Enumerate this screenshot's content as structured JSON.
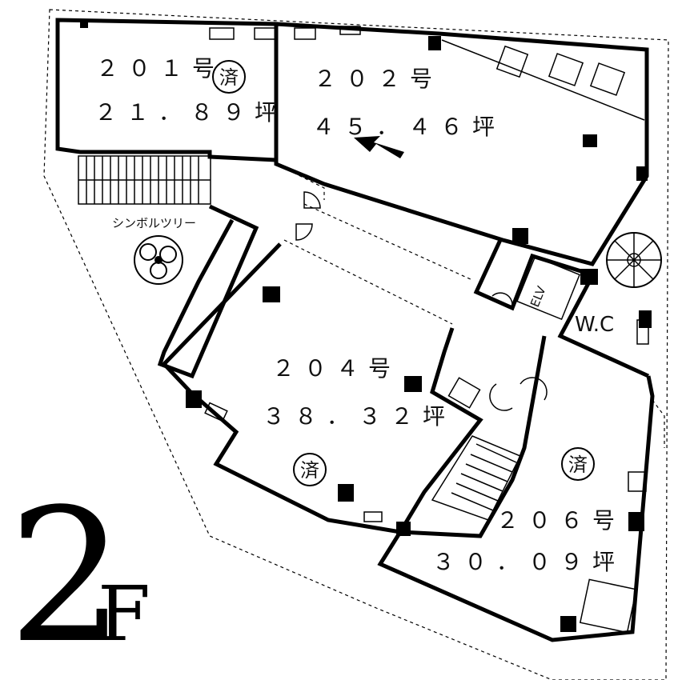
{
  "rooms": [
    {
      "id": "201",
      "number": "２０１号",
      "area": "２１．８９坪",
      "stamp": "済"
    },
    {
      "id": "202",
      "number": "２０２号",
      "area": "４５．４６坪",
      "stamp": ""
    },
    {
      "id": "204",
      "number": "２０４号",
      "area": "３８．３２坪",
      "stamp": "済"
    },
    {
      "id": "206",
      "number": "２０６号",
      "area": "３０．０９坪",
      "stamp": "済"
    }
  ],
  "labels": {
    "symbol_tree": "シンボルツリー",
    "elevator": "ELV",
    "restroom": "W.C"
  },
  "floor": {
    "number": "2",
    "suffix": "F"
  }
}
